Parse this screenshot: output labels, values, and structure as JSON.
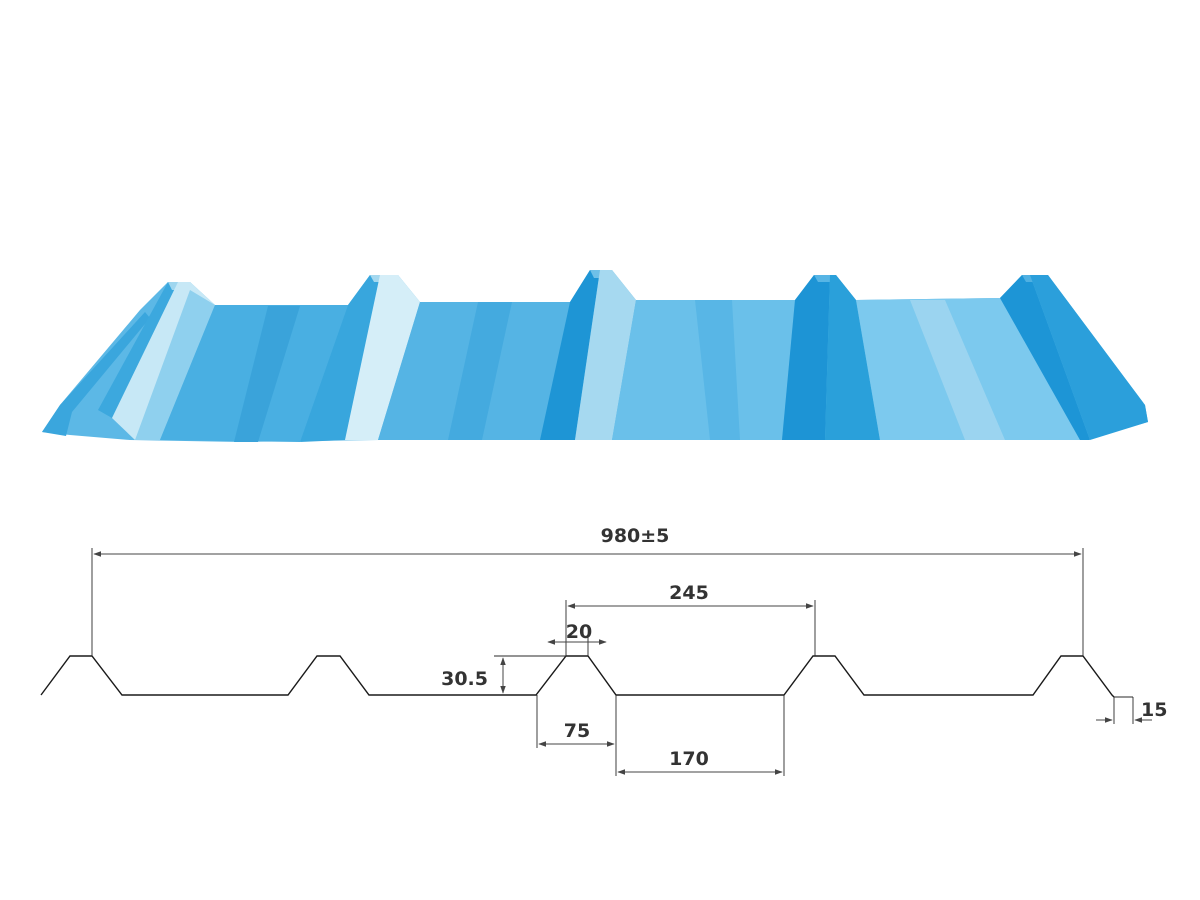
{
  "colors": {
    "sheet_light": "#7fc6ea",
    "sheet_mid": "#4fb2e3",
    "sheet_dark": "#1d96d6",
    "sheet_highlight": "#c9e9f6",
    "line": "#1a1a1a",
    "text": "#333333"
  },
  "dimensions": {
    "total_width": "980±5",
    "pitch": "245",
    "rib_top": "20",
    "rib_height": "30.5",
    "rib_base": "75",
    "pan_width": "170",
    "edge_lip": "15"
  }
}
